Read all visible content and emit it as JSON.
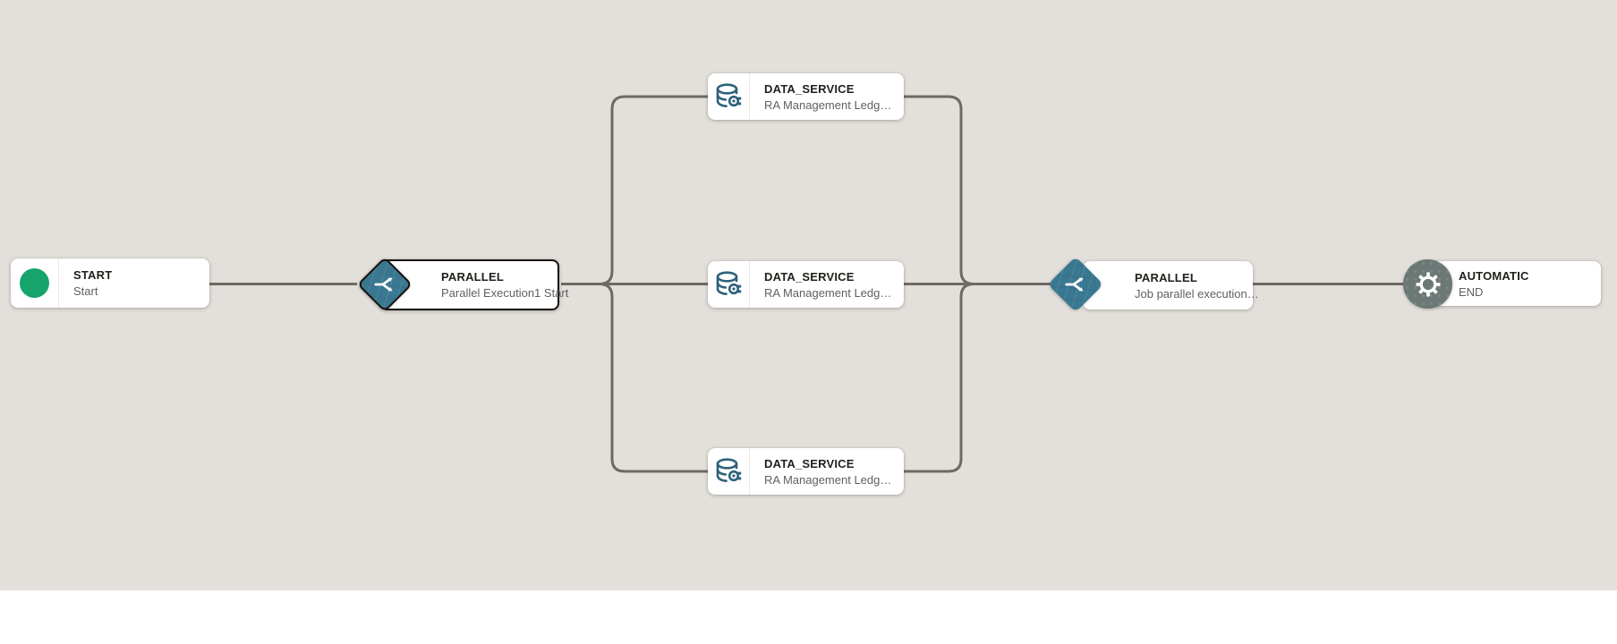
{
  "canvas": {
    "background": "#E3E0DB",
    "connector_color": "#6E6A62"
  },
  "colors": {
    "node_background": "#FFFFFF",
    "title_text": "#23201C",
    "subtitle_text": "#5E6064",
    "start_green": "#17A36C",
    "parallel_teal": "#3A7891",
    "database_icon_teal": "#2E617A",
    "automatic_slate": "#6C7876",
    "selected_border": "#17130F"
  },
  "nodes": [
    {
      "id": "start",
      "title": "START",
      "subtitle": "Start",
      "icon": "start-circle-icon"
    },
    {
      "id": "parallel_start",
      "title": "PARALLEL",
      "subtitle": "Parallel Execution1 Start",
      "icon": "parallel-split-icon",
      "selected": true
    },
    {
      "id": "ds_top",
      "title": "DATA_SERVICE",
      "subtitle": "RA Management Ledg…",
      "icon": "database-gear-icon"
    },
    {
      "id": "ds_middle",
      "title": "DATA_SERVICE",
      "subtitle": "RA Management Ledg…",
      "icon": "database-gear-icon"
    },
    {
      "id": "ds_bottom",
      "title": "DATA_SERVICE",
      "subtitle": "RA Management Ledg…",
      "icon": "database-gear-icon"
    },
    {
      "id": "parallel_join",
      "title": "PARALLEL",
      "subtitle": "Job parallel execution…",
      "icon": "parallel-split-icon"
    },
    {
      "id": "automatic_end",
      "title": "AUTOMATIC",
      "subtitle": "END",
      "icon": "gear-icon"
    }
  ]
}
